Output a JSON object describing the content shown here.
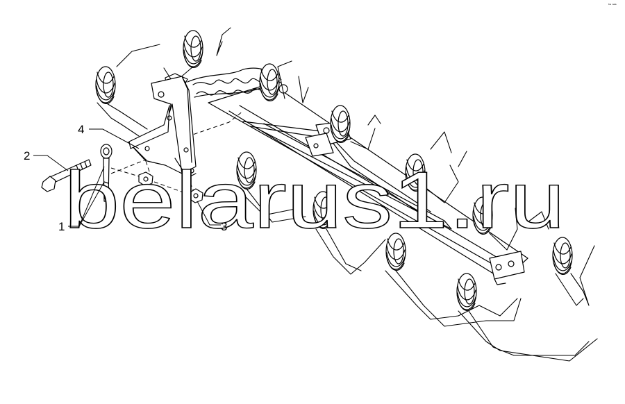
{
  "callouts": [
    {
      "label": "1"
    },
    {
      "label": "2"
    },
    {
      "label": "3"
    },
    {
      "label": "4"
    }
  ],
  "watermark": "belarus1.ru",
  "corner_mark": "ᵇᵃ ᵃᵃᵃ",
  "colors": {
    "line": "#000000",
    "background": "#ffffff"
  }
}
